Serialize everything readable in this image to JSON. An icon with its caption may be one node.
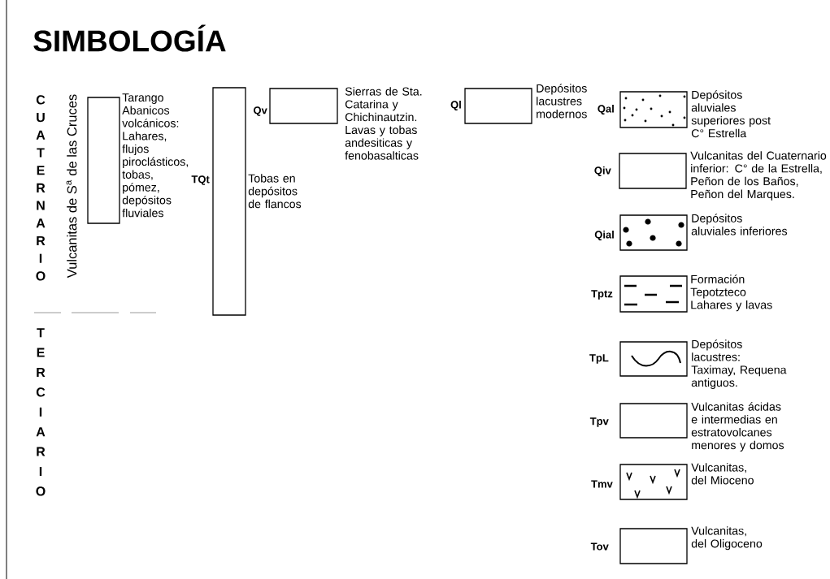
{
  "diagram": {
    "title": "SIMBOLOGÍA",
    "nodes": [
      {
        "text": [],
        "shape": "box",
        "beside": [
          "Tarango Abanicos volcánicos: Lahares, flujos piroclásticos, tobas, pómez, depósitos fluviales"
        ]
      },
      {
        "text": [],
        "shape": "box",
        "beside": [
          "TQt",
          "Tobas en depósitos de flancos"
        ]
      },
      {
        "text": [],
        "shape": "box",
        "beside": [
          "Qv",
          "Sierras de Sta. Catarina y Chichinautzin. Lavas y tobas andesiticas y fenobasalticas"
        ]
      },
      {
        "text": [],
        "shape": "box",
        "beside": [
          "Ql",
          "Depósitos lacustres modernos"
        ]
      },
      {
        "text": [],
        "shape": "box",
        "beside": [
          "Qal",
          "Depósitos aluviales superiores post C° Estrella"
        ]
      },
      {
        "text": [],
        "shape": "box",
        "beside": [
          "Qiv",
          "Vulcanitas del Cuaternario inferior: C° de la Estrella, Peñon de los Baños, Peñon del Marques."
        ]
      },
      {
        "text": [],
        "shape": "box",
        "beside": [
          "Qial",
          "Depósitos aluviales inferiores"
        ]
      },
      {
        "text": [],
        "shape": "box",
        "beside": [
          "Tptz",
          "Formación Tepotzteco Lahares y lavas"
        ]
      },
      {
        "text": [],
        "shape": "box",
        "beside": [
          "TpL",
          "Depósitos lacustres: Taximay, Requena antiguos."
        ]
      },
      {
        "text": [],
        "shape": "box",
        "beside": [
          "Tpv",
          "Vulcanitas ácidas e intermedias en estratovolcanes menores y domos"
        ]
      },
      {
        "text": [],
        "shape": "box",
        "beside": [
          "Tmv",
          "Vulcanitas, del Mioceno"
        ]
      },
      {
        "text": [],
        "shape": "box",
        "beside": [
          "Tov",
          "Vulcanitas, del Oligoceno"
        ]
      }
    ],
    "labels": [
      "CUATERNARIO",
      "TERCIARIO",
      "Vulcanitas de S$^{a}$ de las Cruces"
    ]
  }
}
